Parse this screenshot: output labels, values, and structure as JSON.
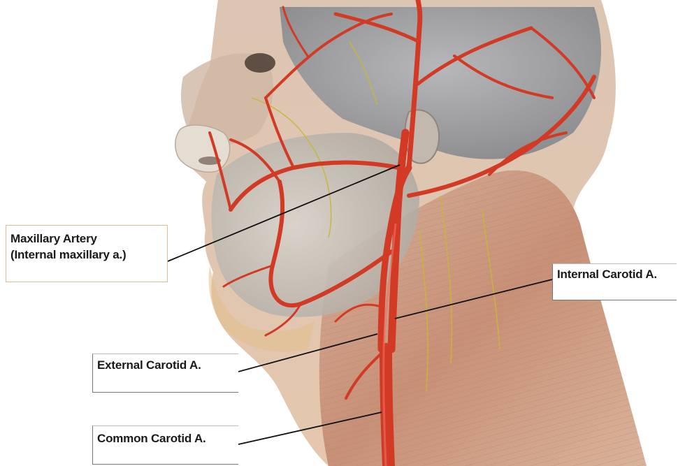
{
  "labels": {
    "maxillary": {
      "line1": "Maxillary Artery",
      "line2": "(Internal maxillary a.)"
    },
    "internal_carotid": "Internal Carotid A.",
    "external_carotid": "External Carotid A.",
    "common_carotid": "Common Carotid A."
  },
  "colors": {
    "artery": "#d23a25",
    "nerve": "#c9b53a",
    "muscle": "#c99a80",
    "skin": "#e0c2a8",
    "bone": "#c8c4bd",
    "brain": "#9a9c9f",
    "maxillary_box_border": "#e3b98f"
  }
}
